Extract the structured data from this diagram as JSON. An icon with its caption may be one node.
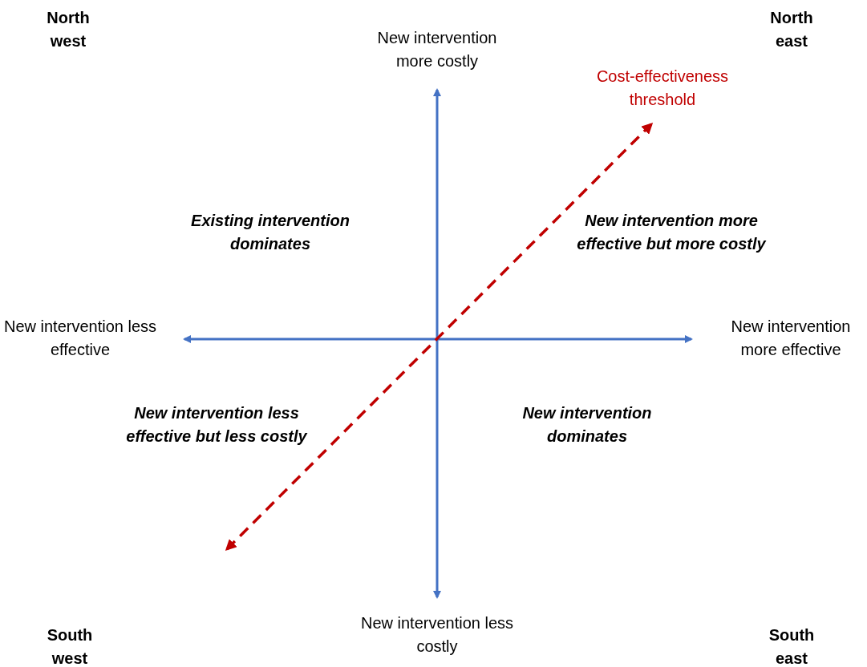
{
  "diagram": {
    "labels": [
      "North west",
      "New intervention more costly",
      "North east",
      "Cost-effectiveness threshold",
      "Existing intervention dominates",
      "New intervention more effective but more costly",
      "New intervention less effective",
      "New intervention more effective",
      "New intervention less effective but less costly",
      "New intervention dominates",
      "South west",
      "New intervention less costly",
      "South east"
    ]
  }
}
